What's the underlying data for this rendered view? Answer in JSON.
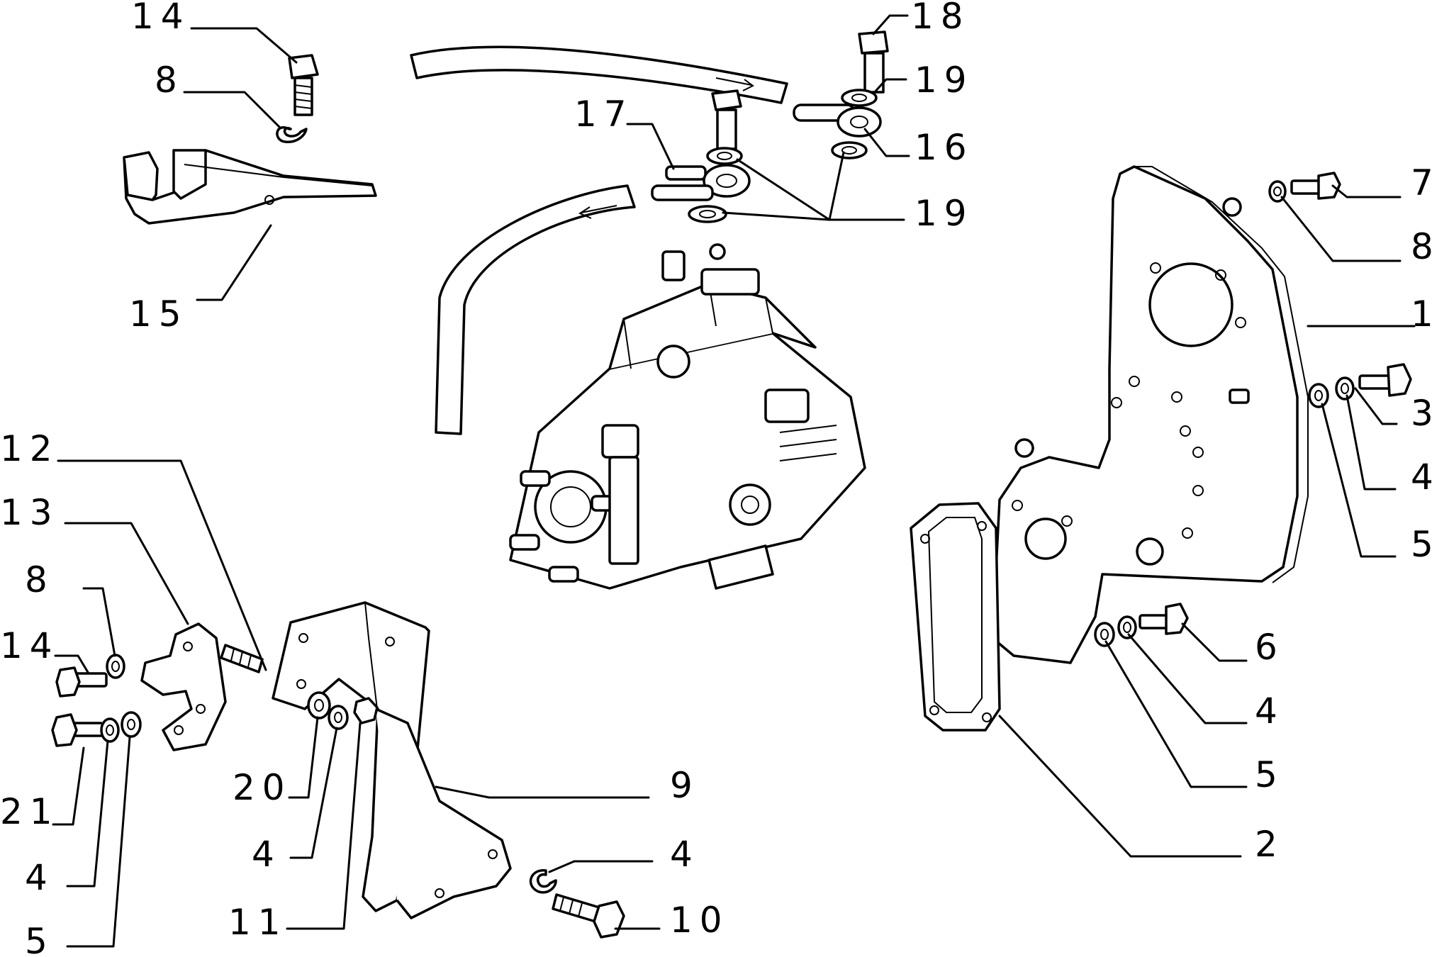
{
  "callouts": [
    {
      "id": "c14a",
      "text": "14"
    },
    {
      "id": "c8a",
      "text": "8"
    },
    {
      "id": "c15",
      "text": "15"
    },
    {
      "id": "c17",
      "text": "17"
    },
    {
      "id": "c18",
      "text": "18"
    },
    {
      "id": "c19a",
      "text": "19"
    },
    {
      "id": "c16",
      "text": "16"
    },
    {
      "id": "c19b",
      "text": "19"
    },
    {
      "id": "c7",
      "text": "7"
    },
    {
      "id": "c8b",
      "text": "8"
    },
    {
      "id": "c1",
      "text": "1"
    },
    {
      "id": "c3",
      "text": "3"
    },
    {
      "id": "c4a",
      "text": "4"
    },
    {
      "id": "c5a",
      "text": "5"
    },
    {
      "id": "c6",
      "text": "6"
    },
    {
      "id": "c4b",
      "text": "4"
    },
    {
      "id": "c5b",
      "text": "5"
    },
    {
      "id": "c2",
      "text": "2"
    },
    {
      "id": "c12",
      "text": "12"
    },
    {
      "id": "c13",
      "text": "13"
    },
    {
      "id": "c8c",
      "text": "8"
    },
    {
      "id": "c14b",
      "text": "14"
    },
    {
      "id": "c21",
      "text": "21"
    },
    {
      "id": "c4c",
      "text": "4"
    },
    {
      "id": "c5c",
      "text": "5"
    },
    {
      "id": "c20",
      "text": "20"
    },
    {
      "id": "c4d",
      "text": "4"
    },
    {
      "id": "c11",
      "text": "11"
    },
    {
      "id": "c9",
      "text": "9"
    },
    {
      "id": "c4e",
      "text": "4"
    },
    {
      "id": "c10",
      "text": "10"
    }
  ]
}
